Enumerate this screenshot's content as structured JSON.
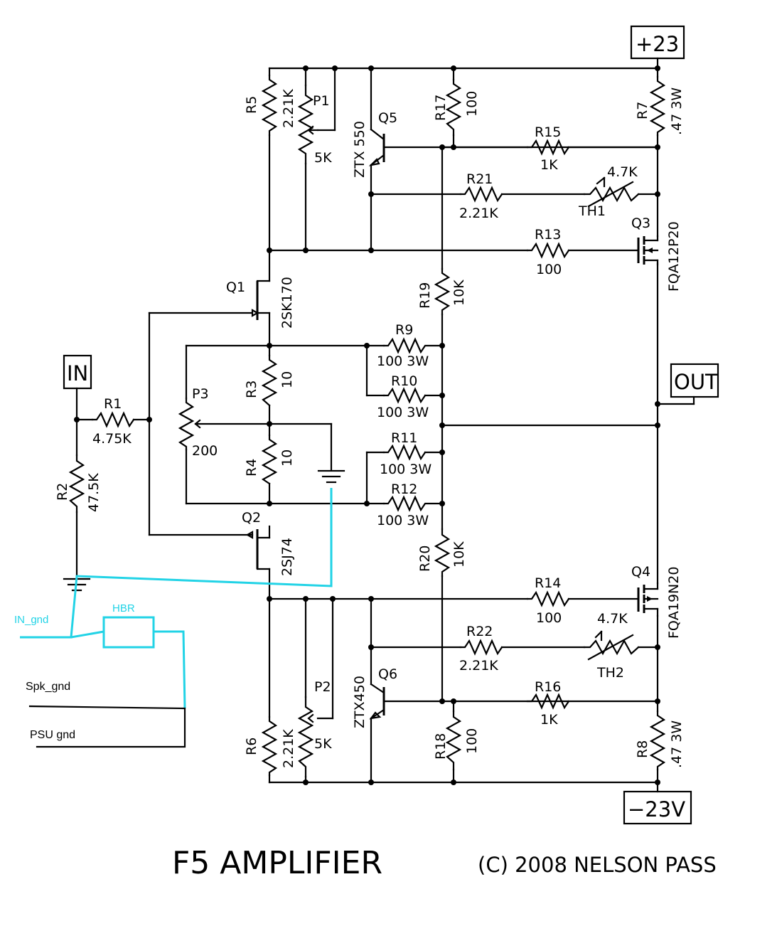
{
  "ports": {
    "vplus": "+23",
    "vminus": "−23V",
    "input": "IN",
    "output": "OUT"
  },
  "resistors": {
    "r1": {
      "ref": "R1",
      "value": "4.75K"
    },
    "r2": {
      "ref": "R2",
      "value": "47.5K"
    },
    "r3": {
      "ref": "R3",
      "value": "10"
    },
    "r4": {
      "ref": "R4",
      "value": "10"
    },
    "r5": {
      "ref": "R5",
      "value": "2.21K"
    },
    "r6": {
      "ref": "R6",
      "value": "2.21K"
    },
    "r7": {
      "ref": "R7",
      "value": ".47 3W"
    },
    "r8": {
      "ref": "R8",
      "value": ".47 3W"
    },
    "r9": {
      "ref": "R9",
      "value": "100 3W"
    },
    "r10": {
      "ref": "R10",
      "value": "100 3W"
    },
    "r11": {
      "ref": "R11",
      "value": "100 3W"
    },
    "r12": {
      "ref": "R12",
      "value": "100 3W"
    },
    "r13": {
      "ref": "R13",
      "value": "100"
    },
    "r14": {
      "ref": "R14",
      "value": "100"
    },
    "r15": {
      "ref": "R15",
      "value": "1K"
    },
    "r16": {
      "ref": "R16",
      "value": "1K"
    },
    "r17": {
      "ref": "R17",
      "value": "100"
    },
    "r18": {
      "ref": "R18",
      "value": "100"
    },
    "r19": {
      "ref": "R19",
      "value": "10K"
    },
    "r20": {
      "ref": "R20",
      "value": "10K"
    },
    "r21": {
      "ref": "R21",
      "value": "2.21K"
    },
    "r22": {
      "ref": "R22",
      "value": "2.21K"
    }
  },
  "pots": {
    "p1": {
      "ref": "P1",
      "value": "5K"
    },
    "p2": {
      "ref": "P2",
      "value": "5K"
    },
    "p3": {
      "ref": "P3",
      "value": "200"
    }
  },
  "thermistors": {
    "th1": {
      "ref": "TH1",
      "value": "4.7K"
    },
    "th2": {
      "ref": "TH2",
      "value": "4.7K"
    }
  },
  "transistors": {
    "q1": {
      "ref": "Q1",
      "part": "2SK170"
    },
    "q2": {
      "ref": "Q2",
      "part": "2SJ74"
    },
    "q3": {
      "ref": "Q3",
      "part": "FQA12P20"
    },
    "q4": {
      "ref": "Q4",
      "part": "FQA19N20"
    },
    "q5": {
      "ref": "Q5",
      "part": "ZTX 550"
    },
    "q6": {
      "ref": "Q6",
      "part": "ZTX450"
    }
  },
  "annotations": {
    "in_gnd": "IN_gnd",
    "hbr": "HBR",
    "spk_gnd": "Spk_gnd",
    "psu_gnd": "PSU gnd",
    "annotation_color": "#22d3e6"
  },
  "footer": {
    "title": "F5 AMPLIFIER",
    "copyright": "(C) 2008 NELSON PASS"
  }
}
